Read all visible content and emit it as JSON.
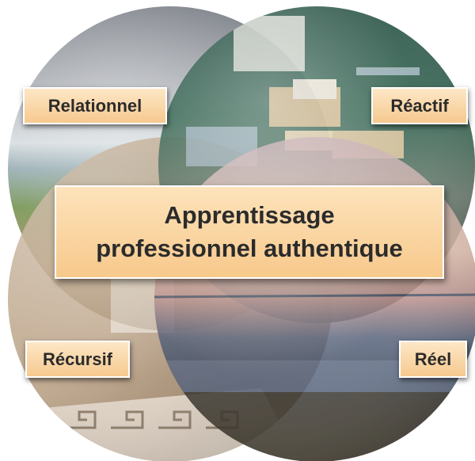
{
  "diagram": {
    "center": {
      "line1": "Apprentissage",
      "line2": "professionnel authentique"
    },
    "labels": {
      "top_left": "Relationnel",
      "top_right": "Réactif",
      "bottom_left": "Récursif",
      "bottom_right": "Réel"
    }
  },
  "colors": {
    "label_fill_top": "#fde7c6",
    "label_fill_bottom": "#f6c98f",
    "label_text": "#2b2b2b"
  }
}
